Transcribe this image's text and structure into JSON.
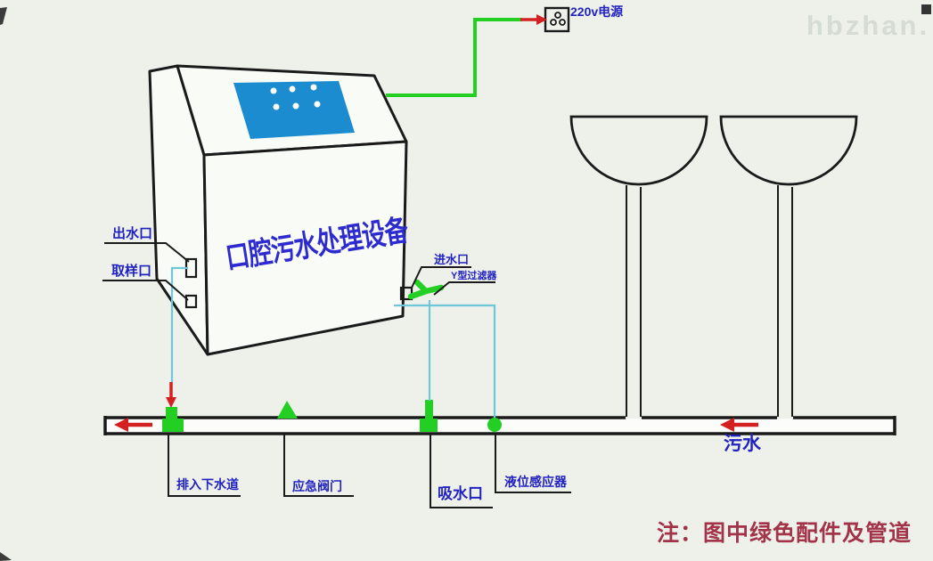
{
  "device": {
    "title": "口腔污水处理设备"
  },
  "power": {
    "label": "220v电源"
  },
  "labels": {
    "outlet": "出水口",
    "sampling": "取样口",
    "inlet": "进水口",
    "y_filter": "Y型过滤器",
    "drain": "排入下水道",
    "emergency_valve": "应急阀门",
    "suction": "吸水口",
    "level_sensor": "液位感应器",
    "sewage": "污水"
  },
  "note": {
    "text": "注：图中绿色配件及管道"
  },
  "watermark": "hbzhan. co",
  "colors": {
    "bg": "#edf1ea",
    "blue": "#2222c0",
    "titleblue": "#2d2bd0",
    "green": "#22cf22",
    "cyan": "#6fc8da",
    "red": "#d42020",
    "panelblue": "#1b8cd0",
    "notered": "#a23349",
    "wmgray": "#c9d2c7"
  }
}
